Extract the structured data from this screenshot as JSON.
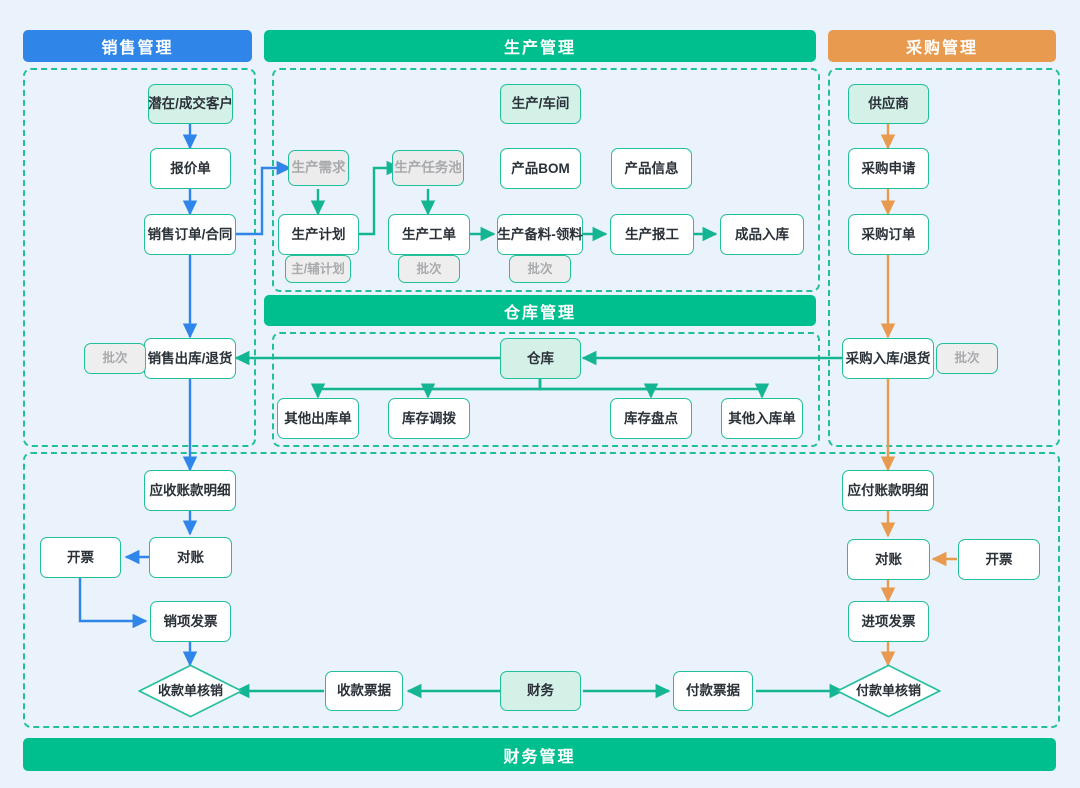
{
  "theme": {
    "background": "#eaf2fb",
    "sales_color": "#2f86e8",
    "production_color": "#00bf8f",
    "procurement_color": "#e89a4e",
    "node_border": "#22c09a",
    "mint_fill": "#d4f1e8",
    "tag_fill": "#eeeeee",
    "tag_text": "#a8aaad"
  },
  "headers": {
    "sales": "销售管理",
    "production": "生产管理",
    "procurement": "采购管理",
    "warehouse": "仓库管理",
    "finance": "财务管理"
  },
  "sales": {
    "nodes": [
      {
        "id": "customer",
        "label": "潜在/成交客户",
        "style": "mint"
      },
      {
        "id": "quotation",
        "label": "报价单",
        "style": "plain"
      },
      {
        "id": "sales_order",
        "label": "销售订单/合同",
        "style": "plain"
      },
      {
        "id": "sales_out",
        "label": "销售出库/退货",
        "style": "plain"
      },
      {
        "id": "sales_batch",
        "label": "批次",
        "style": "tag"
      }
    ]
  },
  "production": {
    "nodes": [
      {
        "id": "prod_workshop",
        "label": "生产/车间",
        "style": "mint"
      },
      {
        "id": "prod_demand",
        "label": "生产需求",
        "style": "ghost"
      },
      {
        "id": "prod_task_pool",
        "label": "生产任务池",
        "style": "ghost"
      },
      {
        "id": "product_bom",
        "label": "产品BOM",
        "style": "plain"
      },
      {
        "id": "product_info",
        "label": "产品信息",
        "style": "plain"
      },
      {
        "id": "prod_plan",
        "label": "生产计划",
        "style": "plain"
      },
      {
        "id": "prod_work_order",
        "label": "生产工单",
        "style": "plain"
      },
      {
        "id": "prod_picking",
        "label": "生产备料-领料",
        "style": "plain"
      },
      {
        "id": "prod_report",
        "label": "生产报工",
        "style": "plain"
      },
      {
        "id": "finished_in",
        "label": "成品入库",
        "style": "plain"
      },
      {
        "id": "plan_tag",
        "label": "主/辅计划",
        "style": "tag"
      },
      {
        "id": "wo_batch_tag",
        "label": "批次",
        "style": "tag"
      },
      {
        "id": "pick_batch_tag",
        "label": "批次",
        "style": "tag"
      }
    ]
  },
  "procurement": {
    "nodes": [
      {
        "id": "supplier",
        "label": "供应商",
        "style": "mint"
      },
      {
        "id": "purchase_req",
        "label": "采购申请",
        "style": "plain"
      },
      {
        "id": "purchase_order",
        "label": "采购订单",
        "style": "plain"
      },
      {
        "id": "purchase_in",
        "label": "采购入库/退货",
        "style": "plain"
      },
      {
        "id": "pin_batch_tag",
        "label": "批次",
        "style": "tag"
      }
    ]
  },
  "warehouse": {
    "nodes": [
      {
        "id": "warehouse",
        "label": "仓库",
        "style": "mint"
      },
      {
        "id": "other_out",
        "label": "其他出库单",
        "style": "plain"
      },
      {
        "id": "stock_transfer",
        "label": "库存调拨",
        "style": "plain"
      },
      {
        "id": "stock_count",
        "label": "库存盘点",
        "style": "plain"
      },
      {
        "id": "other_in",
        "label": "其他入库单",
        "style": "plain"
      }
    ]
  },
  "finance": {
    "nodes": [
      {
        "id": "ar_detail",
        "label": "应收账款明细",
        "style": "plain"
      },
      {
        "id": "ar_reconcile",
        "label": "对账",
        "style": "plain"
      },
      {
        "id": "ar_invoicing",
        "label": "开票",
        "style": "plain"
      },
      {
        "id": "output_invoice",
        "label": "销项发票",
        "style": "plain"
      },
      {
        "id": "receipt_settle",
        "label": "收款单核销",
        "style": "diamond"
      },
      {
        "id": "receipt_note",
        "label": "收款票据",
        "style": "plain"
      },
      {
        "id": "finance_core",
        "label": "财务",
        "style": "mint"
      },
      {
        "id": "payment_note",
        "label": "付款票据",
        "style": "plain"
      },
      {
        "id": "payment_settle",
        "label": "付款单核销",
        "style": "diamond"
      },
      {
        "id": "ap_detail",
        "label": "应付账款明细",
        "style": "plain"
      },
      {
        "id": "ap_reconcile",
        "label": "对账",
        "style": "plain"
      },
      {
        "id": "ap_invoicing",
        "label": "开票",
        "style": "plain"
      },
      {
        "id": "input_invoice",
        "label": "进项发票",
        "style": "plain"
      }
    ]
  }
}
